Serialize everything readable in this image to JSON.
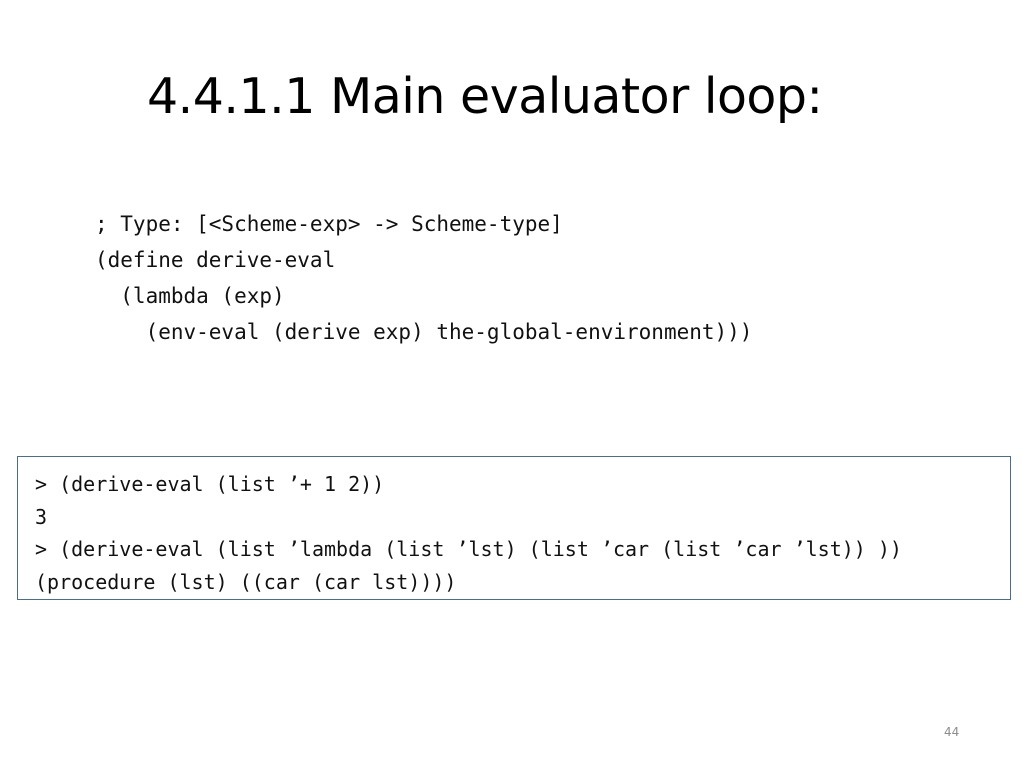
{
  "slide": {
    "title": "4.4.1.1  Main evaluator loop:",
    "code_lines": [
      "; Type: [<Scheme-exp> -> Scheme-type]",
      "(define derive-eval",
      "  (lambda (exp)",
      "    (env-eval (derive exp) the-global-environment)))"
    ],
    "repl_lines": [
      "> (derive-eval (list ’+ 1 2))",
      "3",
      "> (derive-eval (list ’lambda (list ’lst) (list ’car (list ’car ’lst)) ))",
      "(procedure (lst) ((car (car lst))))"
    ],
    "page_number": "44"
  }
}
